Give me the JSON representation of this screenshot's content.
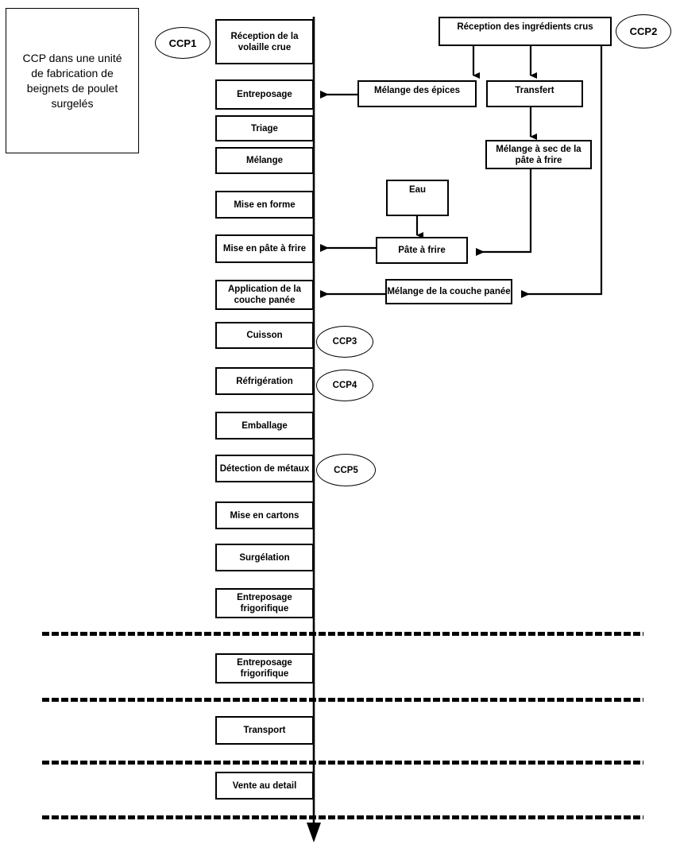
{
  "title_box": {
    "text": "CCP dans une unité de fabrication de beignets de poulet surgelés",
    "line1": "CCP dans une unité",
    "line2": "de fabrication de",
    "line3": "beignets de poulet",
    "line4": "surgelés"
  },
  "ccp_markers": [
    {
      "id": "ccp1",
      "label": "CCP1"
    },
    {
      "id": "ccp2",
      "label": "CCP2"
    },
    {
      "id": "ccp3",
      "label": "CCP3"
    },
    {
      "id": "ccp4",
      "label": "CCP4"
    },
    {
      "id": "ccp5",
      "label": "CCP5"
    }
  ],
  "main_flow": [
    {
      "id": "reception-volaille",
      "label": "Réception de la volaille crue"
    },
    {
      "id": "entreposage",
      "label": "Entreposage"
    },
    {
      "id": "triage",
      "label": "Triage"
    },
    {
      "id": "melange",
      "label": "Mélange"
    },
    {
      "id": "mise-en-forme",
      "label": "Mise en forme"
    },
    {
      "id": "mise-en-pate-a-frire",
      "label": "Mise en pâte à frire"
    },
    {
      "id": "application-couche-panee",
      "label": "Application de la couche panée"
    },
    {
      "id": "cuisson",
      "label": "Cuisson"
    },
    {
      "id": "refrigeration",
      "label": "Réfrigération"
    },
    {
      "id": "emballage",
      "label": "Emballage"
    },
    {
      "id": "detection-metaux",
      "label": "Détection de métaux"
    },
    {
      "id": "mise-en-cartons",
      "label": "Mise en cartons"
    },
    {
      "id": "surgelation",
      "label": "Surgélation"
    },
    {
      "id": "entreposage-frigorifique-1",
      "label": "Entreposage frigorifique"
    },
    {
      "id": "entreposage-frigorifique-2",
      "label": "Entreposage frigorifique"
    },
    {
      "id": "transport",
      "label": "Transport"
    },
    {
      "id": "vente-au-detail",
      "label": "Vente au detail"
    }
  ],
  "ingredient_flow": [
    {
      "id": "reception-ingredients",
      "label": "Réception des ingrédients crus"
    },
    {
      "id": "melange-epices",
      "label": "Mélange des épices"
    },
    {
      "id": "transfert",
      "label": "Transfert"
    },
    {
      "id": "melange-sec-pate",
      "label": "Mélange à sec de la pâte à frire"
    },
    {
      "id": "eau",
      "label": "Eau"
    },
    {
      "id": "pate-a-frire",
      "label": "Pâte à frire"
    },
    {
      "id": "melange-couche-panee",
      "label": "Mélange de la couche panée"
    }
  ],
  "colors": {
    "stroke": "#000000",
    "fill": "#ffffff",
    "text": "#000000"
  }
}
